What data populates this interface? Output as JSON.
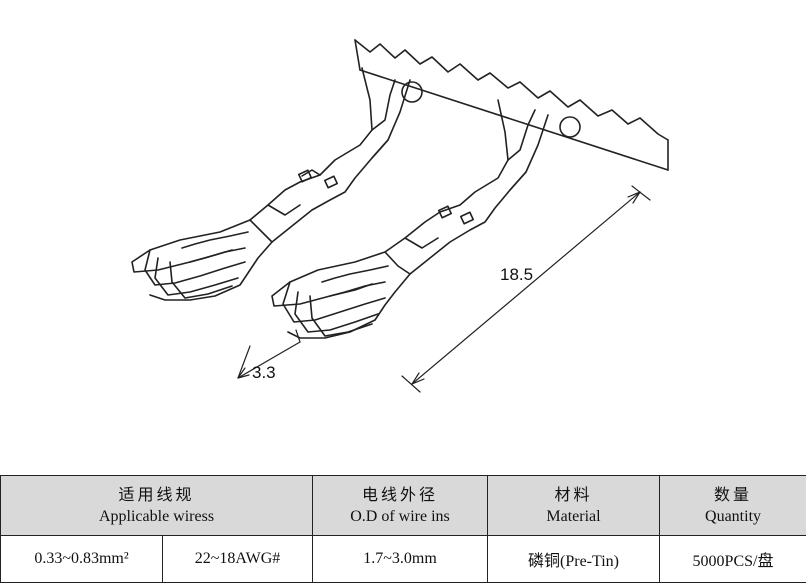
{
  "drawing": {
    "dim_length": "18.5",
    "dim_pitch": "3.3"
  },
  "table": {
    "headers": [
      {
        "zh": "适用线规",
        "en": "Applicable wiress"
      },
      {
        "zh": "电线外径",
        "en": "O.D of wire ins"
      },
      {
        "zh": "材料",
        "en": "Material"
      },
      {
        "zh": "数量",
        "en": "Quantity"
      }
    ],
    "row": {
      "wire_mm2": "0.33~0.83mm²",
      "wire_awg": "22~18AWG#",
      "od": "1.7~3.0mm",
      "material": "磷铜(Pre-Tin)",
      "quantity": "5000PCS/盘"
    }
  }
}
